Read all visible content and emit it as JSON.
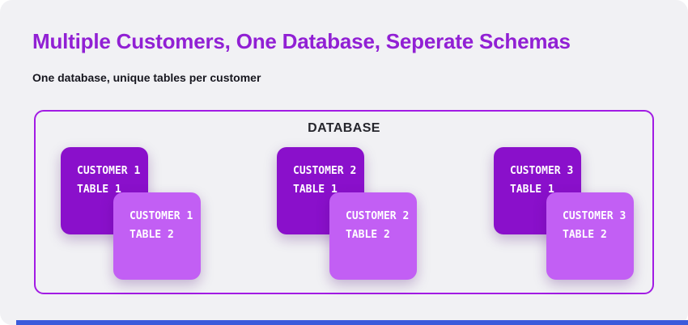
{
  "slide": {
    "title": "Multiple Customers, One Database, Seperate Schemas",
    "subtitle": "One database, unique tables per customer"
  },
  "database": {
    "label": "DATABASE",
    "groups": [
      {
        "table1": [
          "CUSTOMER 1",
          "TABLE 1"
        ],
        "table2": [
          "CUSTOMER 1",
          "TABLE 2"
        ]
      },
      {
        "table1": [
          "CUSTOMER 2",
          "TABLE 1"
        ],
        "table2": [
          "CUSTOMER 2",
          "TABLE 2"
        ]
      },
      {
        "table1": [
          "CUSTOMER 3",
          "TABLE 1"
        ],
        "table2": [
          "CUSTOMER 3",
          "TABLE 2"
        ]
      }
    ]
  },
  "theme": {
    "surface_bg": "#f1f1f4",
    "title_color": "#9120d4",
    "subtitle_color": "#17171f",
    "box_border_color": "#a21be4",
    "label_color": "#26262d",
    "dark_card_color": "#8a10cb",
    "light_card_color": "#c25ff4",
    "card_text_color": "#ffffff",
    "progress_bar_color": "#3b5bdb"
  }
}
